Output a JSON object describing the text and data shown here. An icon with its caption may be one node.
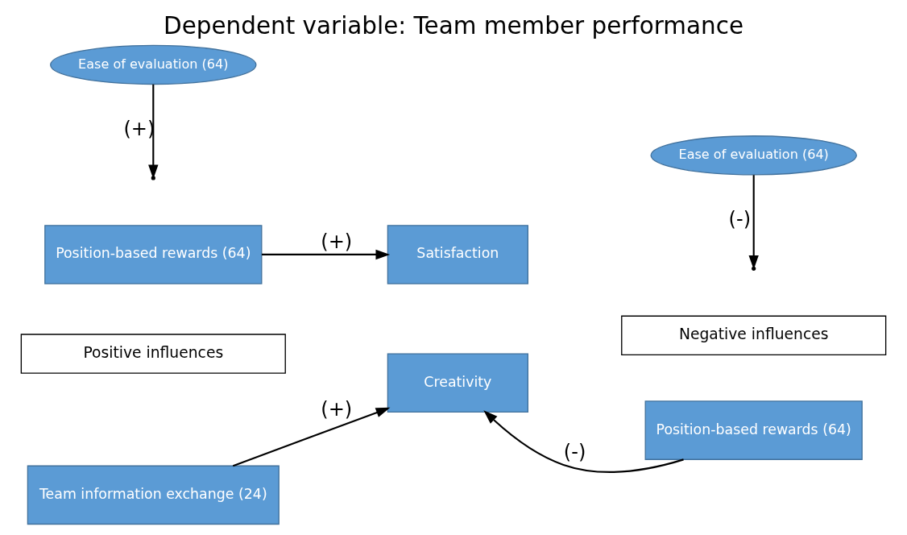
{
  "diagram": {
    "title": "Dependent variable: Team member performance",
    "nodes": [
      {
        "text": [
          "Positive influences"
        ]
      },
      {
        "text": [
          "Negative influences"
        ]
      },
      {
        "text": [
          "Team information exchange (24)"
        ]
      },
      {
        "text": [
          "Creativity"
        ]
      },
      {
        "text": [
          "Position-based rewards (64)"
        ]
      },
      {
        "text": [
          "Ease of evaluation (64)"
        ]
      },
      {
        "text": [
          "Position-based rewards (64)"
        ]
      },
      {
        "text": [
          "Satisfaction"
        ]
      },
      {
        "text": [
          "Ease of evaluation (64)"
        ]
      }
    ],
    "edges": [
      {
        "from": 2,
        "to": 3,
        "arrow": "to",
        "label": "(+)"
      },
      {
        "from": 4,
        "to": 3,
        "arrow": "to",
        "label": "(-)"
      },
      {
        "from": 5,
        "to": null,
        "arrow": "to",
        "label": "(-)"
      },
      {
        "from": 6,
        "to": 7,
        "arrow": "to",
        "label": "(+)"
      },
      {
        "from": 8,
        "to": null,
        "arrow": "to",
        "label": "(+)"
      }
    ]
  }
}
